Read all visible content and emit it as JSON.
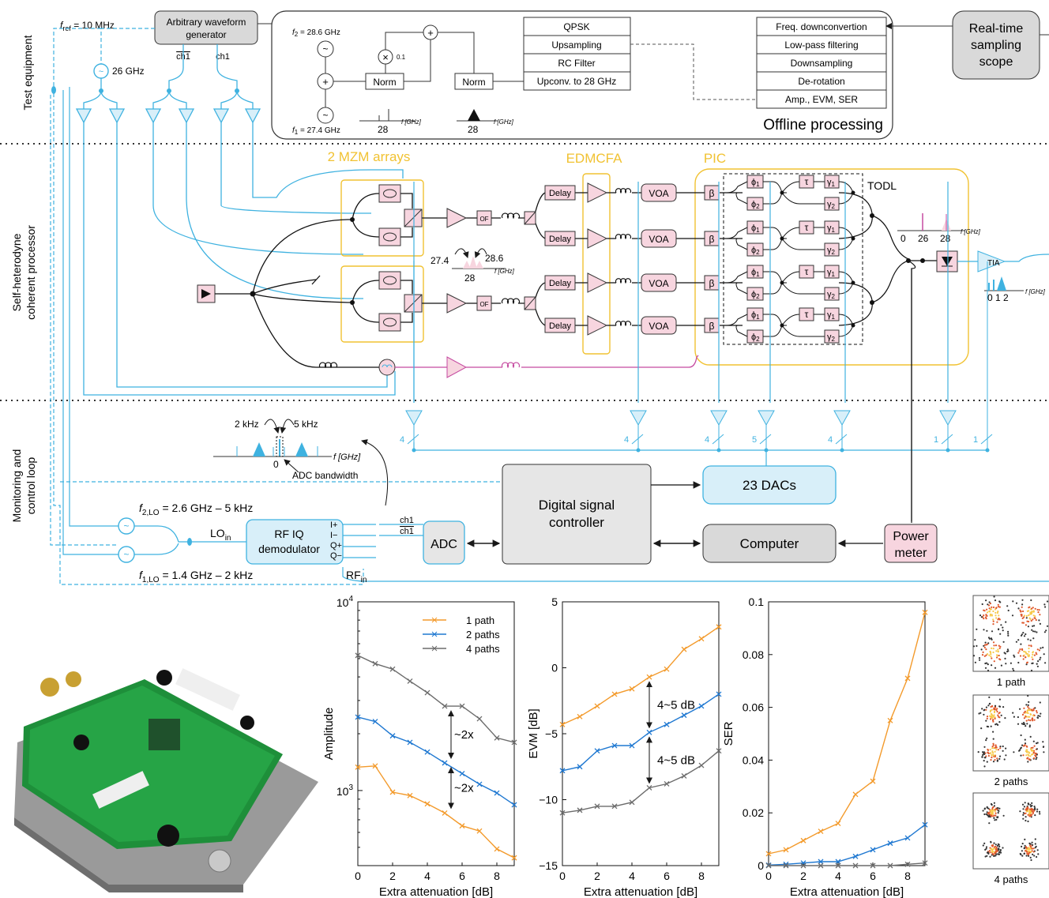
{
  "sections": {
    "test_equipment": "Test equipment",
    "processor_line1": "Self-heterodyne",
    "processor_line2": "coherent processor",
    "monitor_line1": "Monitoring and",
    "monitor_line2": "control loop"
  },
  "test_equipment": {
    "fref": "f",
    "fref_sub": "ref",
    "fref_val": " = 10 MHz",
    "awg_line1": "Arbitrary waveform",
    "awg_line2": "generator",
    "ch1bar": "ch1",
    "ch1": "ch1",
    "lo26": "26 GHz",
    "f2": "f",
    "f2_sub": "2",
    "f2_val": " = 28.6 GHz",
    "f1": "f",
    "f1_sub": "1",
    "f1_val": " = 27.4 GHz",
    "norm": "Norm",
    "plus": "+",
    "times": "×",
    "gain": "0.1",
    "tick28": "28",
    "fghz": "f [GHz]",
    "proc_blocks": [
      "QPSK",
      "Upsampling",
      "RC Filter",
      "Upconv. to 28 GHz"
    ],
    "rx_blocks": [
      "Freq. downconvertion",
      "Low-pass filtering",
      "Downsampling",
      "De-rotation",
      "Amp., EVM, SER"
    ],
    "offline": "Offline processing",
    "scope_line1": "Real-time",
    "scope_line2": "sampling",
    "scope_line3": "scope"
  },
  "processor": {
    "mzm": "2 MZM arrays",
    "edmcfa": "EDMCFA",
    "pic": "PIC",
    "todl": "TODL",
    "of": "OF",
    "delay": "Delay",
    "voa": "VOA",
    "beta": "β",
    "phi": "ϕ",
    "gamma": "γ",
    "tau": "τ",
    "sub1": "1",
    "sub2": "2",
    "tia": "TIA",
    "freq_low": "27.4",
    "freq_high": "28.6",
    "freq_center": "28",
    "out_ticks": [
      "0",
      "26",
      "28"
    ],
    "base_ticks": [
      "0",
      "1",
      "2"
    ],
    "fghz": "f [GHz]"
  },
  "monitor": {
    "lo2": "f",
    "lo2_sub": "2,LO",
    "lo2_val": " = 2.6 GHz – 5 kHz",
    "lo1": "f",
    "lo1_sub": "1,LO",
    "lo1_val": " = 1.4 GHz – 2 kHz",
    "lo_in": "LO",
    "lo_in_sub": "in",
    "rf_in": "RF",
    "rf_in_sub": "in",
    "demod_line1": "RF IQ",
    "demod_line2": "demodulator",
    "ports": [
      "I+",
      "I−",
      "Q+",
      "Q−"
    ],
    "ch1": "ch1",
    "ch1bar": "ch1",
    "adc": "ADC",
    "khz2": "2 kHz",
    "khz5": "5 kHz",
    "zero": "0",
    "adc_bw": "ADC bandwidth",
    "fghz": "f [GHz]",
    "dsc_line1": "Digital signal",
    "dsc_line2": "controller",
    "dacs": "23 DACs",
    "computer": "Computer",
    "pm_line1": "Power",
    "pm_line2": "meter",
    "bus_counts": [
      "4",
      "4",
      "4",
      "5",
      "4",
      "1",
      "1"
    ]
  },
  "plots": {
    "xlabel": "Extra attenuation [dB]",
    "x_ticks": [
      "0",
      "2",
      "4",
      "6",
      "8"
    ],
    "amp": {
      "ylabel": "Amplitude",
      "y_top_base": "10",
      "y_top_exp": "4",
      "y_bot_base": "10",
      "y_bot_exp": "3",
      "ann_upper": "~2x",
      "ann_lower": "~2x"
    },
    "evm": {
      "ylabel": "EVM [dB]",
      "y_ticks": [
        "5",
        "0",
        "−5",
        "−10",
        "−15"
      ],
      "ann_upper": "4~5 dB",
      "ann_lower": "4~5 dB"
    },
    "ser": {
      "ylabel": "SER",
      "y_ticks": [
        "0.1",
        "0.08",
        "0.06",
        "0.04",
        "0.02",
        "0"
      ]
    },
    "legend": [
      "1 path",
      "2 paths",
      "4 paths"
    ],
    "const_labels": [
      "1 path",
      "2 paths",
      "4 paths"
    ]
  },
  "colors": {
    "orange": "#f39a2b",
    "blue": "#1f78d1",
    "gray": "#6b6b6b",
    "cyan": "#3fb2e0",
    "pink": "#f7d5df",
    "magenta": "#c54aa0",
    "yellow": "#f1c232",
    "box_gray": "#d9d9d9",
    "light_blue": "#d8eff9"
  },
  "chart_data": [
    {
      "type": "line",
      "title": "",
      "xlabel": "Extra attenuation [dB]",
      "ylabel": "Amplitude",
      "scale": "log",
      "xlim": [
        0,
        9
      ],
      "ylim": [
        400,
        10000
      ],
      "x": [
        0,
        1,
        2,
        3,
        4,
        5,
        6,
        7,
        8,
        9
      ],
      "series": [
        {
          "name": "1 path",
          "values": [
            1330,
            1350,
            980,
            940,
            850,
            760,
            650,
            610,
            490,
            440
          ]
        },
        {
          "name": "2 paths",
          "values": [
            2450,
            2320,
            1950,
            1800,
            1600,
            1400,
            1230,
            1080,
            970,
            840
          ]
        },
        {
          "name": "4 paths",
          "values": [
            5200,
            4700,
            4400,
            3800,
            3300,
            2800,
            2800,
            2400,
            1900,
            1800
          ]
        }
      ]
    },
    {
      "type": "line",
      "title": "",
      "xlabel": "Extra attenuation [dB]",
      "ylabel": "EVM [dB]",
      "xlim": [
        0,
        9
      ],
      "ylim": [
        -15,
        5
      ],
      "x": [
        0,
        1,
        2,
        3,
        4,
        5,
        6,
        7,
        8,
        9
      ],
      "series": [
        {
          "name": "1 path",
          "values": [
            -4.3,
            -3.7,
            -2.9,
            -2.0,
            -1.6,
            -0.7,
            -0.1,
            1.4,
            2.2,
            3.1
          ]
        },
        {
          "name": "2 paths",
          "values": [
            -7.8,
            -7.5,
            -6.3,
            -5.9,
            -5.9,
            -4.9,
            -4.3,
            -3.6,
            -2.9,
            -2.0
          ]
        },
        {
          "name": "4 paths",
          "values": [
            -11.0,
            -10.8,
            -10.5,
            -10.5,
            -10.2,
            -9.1,
            -8.8,
            -8.2,
            -7.4,
            -6.3
          ]
        }
      ]
    },
    {
      "type": "line",
      "title": "",
      "xlabel": "Extra attenuation [dB]",
      "ylabel": "SER",
      "xlim": [
        0,
        9
      ],
      "ylim": [
        0,
        0.1
      ],
      "x": [
        0,
        1,
        2,
        3,
        4,
        5,
        6,
        7,
        8,
        9
      ],
      "series": [
        {
          "name": "1 path",
          "values": [
            0.0045,
            0.006,
            0.0095,
            0.013,
            0.016,
            0.027,
            0.032,
            0.055,
            0.071,
            0.096
          ]
        },
        {
          "name": "2 paths",
          "values": [
            0.0002,
            0.0005,
            0.001,
            0.0015,
            0.0015,
            0.0035,
            0.006,
            0.0085,
            0.0105,
            0.0155
          ]
        },
        {
          "name": "4 paths",
          "values": [
            0.0,
            0.0,
            0.0,
            0.0,
            0.0,
            0.0,
            0.0,
            0.0,
            0.0005,
            0.001
          ]
        }
      ]
    }
  ]
}
